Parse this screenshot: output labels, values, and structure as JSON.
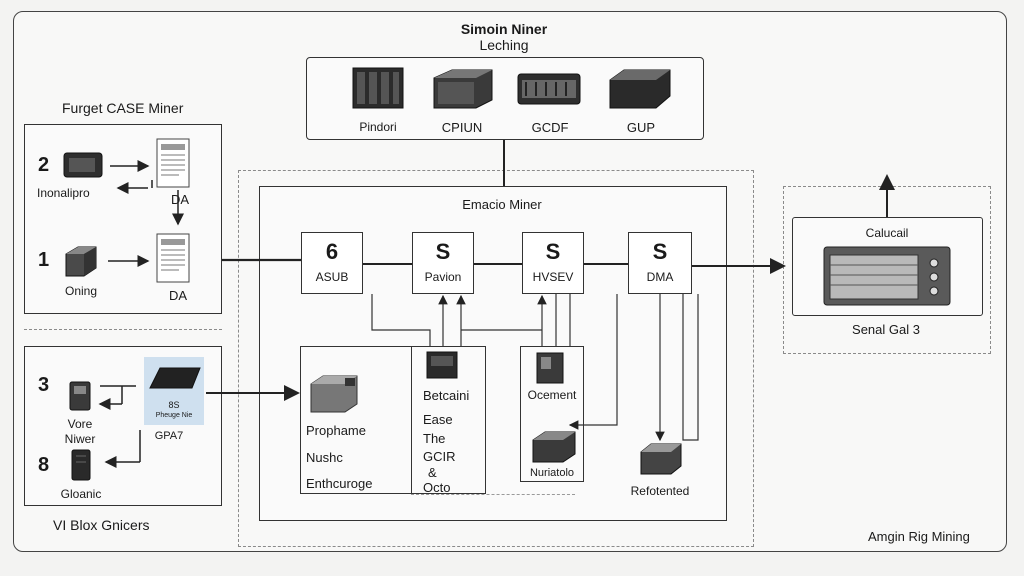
{
  "title_line1": "Simoin Niner",
  "title_line2": "Leching",
  "top_devices": [
    "Pindori",
    "CPIUN",
    "GCDF",
    "GUP"
  ],
  "left_top": {
    "title": "Furget CASE Miner",
    "row2_number": "2",
    "row2_label": "Inonalipro",
    "row2_doc_label": "DA",
    "row1_number": "1",
    "row1_label": "Oning",
    "row1_doc_label": "DA"
  },
  "left_bottom": {
    "row3_number": "3",
    "row3_label_1": "Vore",
    "row3_label_2": "Niwer",
    "row4_number": "8",
    "row4_label": "Gloanic",
    "card_number": "8S",
    "card_text": "Pheuge Nie",
    "card_caption": "GPA7",
    "footer": "VI Blox Gnicers"
  },
  "center": {
    "title": "Emacio Miner",
    "nodes": [
      {
        "number": "6",
        "label": "ASUB"
      },
      {
        "number": "S",
        "label": "Pavion"
      },
      {
        "number": "S",
        "label": "HVSEV"
      },
      {
        "number": "S",
        "label": "DMA"
      }
    ],
    "panel_left_lines": [
      "Prophame",
      "Nushc",
      "Enthcuroge"
    ],
    "panel_mid_lines": [
      "Betcaini",
      "Ease",
      "The",
      "GCIR",
      "&",
      "Octo"
    ],
    "panel_right_label": "Ocement",
    "panel_right_bottom": "Nuriatolo",
    "far_right_label": "Refotented"
  },
  "right": {
    "title": "Calucail",
    "subtitle": "Senal Gal 3"
  },
  "footer_right": "Amgin Rig Mining"
}
